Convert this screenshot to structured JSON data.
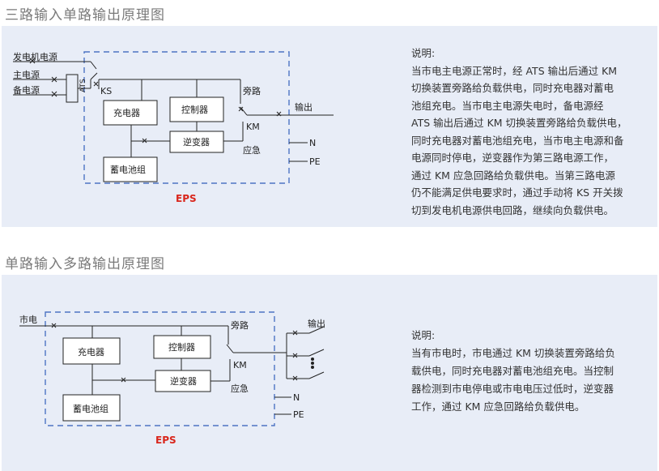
{
  "section1": {
    "title": "三路输入单路输出原理图",
    "inputs": [
      "发电机电源",
      "主电源",
      "备电源"
    ],
    "ats": "ATS",
    "ks": "KS",
    "charger": "充电器",
    "controller": "控制器",
    "inverter": "逆变器",
    "battery": "蓄电池组",
    "bypass": "旁路",
    "km": "KM",
    "emergency": "应急",
    "output": "输出",
    "n": "N",
    "pe": "PE",
    "eps": "EPS",
    "desc_head": "说明:",
    "desc_lines": [
      "当市电主电源正常时，经 ATS 输出后通过 KM",
      "切换装置旁路给负载供电，同时充电器对蓄电",
      "池组充电。当市电主电源失电时，备电源经",
      "ATS 输出后通过 KM 切换装置旁路给负载供电，",
      "同时充电器对蓄电池组充电，当市电主电源和备",
      "电源同时停电，逆变器作为第三路电源工作，",
      "通过 KM 应急回路给负载供电。当第三路电源",
      "仍不能满足供电要求时，通过手动将 KS 开关拨",
      "切到发电机电源供电回路，继续向负载供电。"
    ]
  },
  "section2": {
    "title": "单路输入多路输出原理图",
    "input": "市电",
    "charger": "充电器",
    "controller": "控制器",
    "inverter": "逆变器",
    "battery": "蓄电池组",
    "bypass": "旁路",
    "km": "KM",
    "emergency": "应急",
    "output": "输出",
    "n": "N",
    "pe": "PE",
    "eps": "EPS",
    "desc_head": "说明:",
    "desc_lines": [
      "当有市电时，市电通过 KM 切换装置旁路给负",
      "载供电，同时充电器对蓄电池组充电。当控制",
      "器检测到市电停电或市电电压过低时，逆变器",
      "工作，通过 KM 应急回路给负载供电。"
    ]
  },
  "colors": {
    "panel": "#e8edf7",
    "dashed": "#4d74c4",
    "eps": "#d9261c",
    "title": "#7a7a7a"
  }
}
